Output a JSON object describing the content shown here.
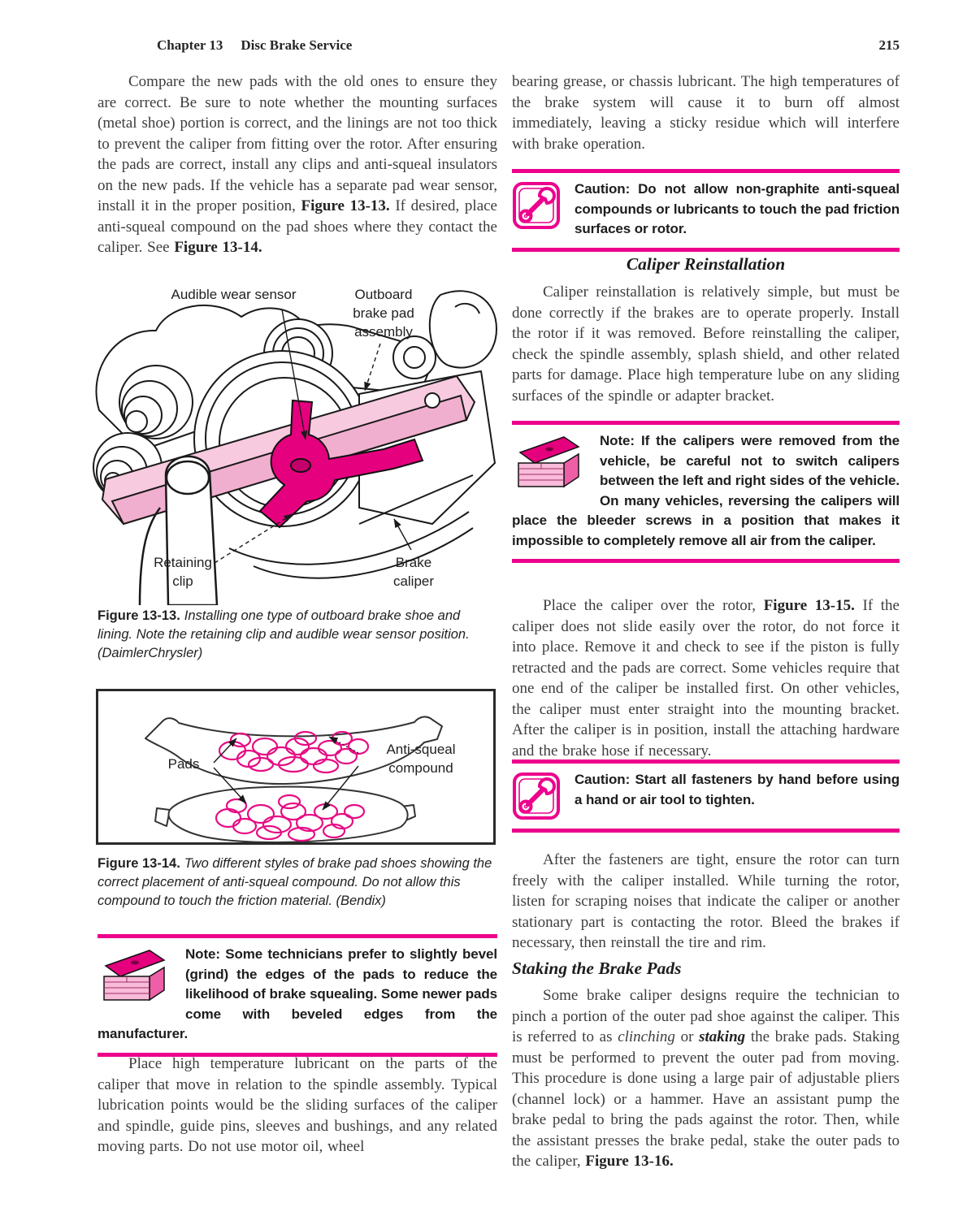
{
  "header": {
    "chapter": "Chapter 13",
    "title": "Disc Brake Service",
    "page_number": "215"
  },
  "colors": {
    "accent": "#EC008C",
    "sensor_pink": "#E5007E",
    "pad_pink": "#F7CADF"
  },
  "left": {
    "para1": [
      {
        "t": "Compare the new pads with the old ones to ensure they are correct. Be sure to note whether the mounting surfaces (metal shoe) portion is correct, and the linings are not too thick to prevent the caliper from fitting over the rotor. After ensuring the pads are correct, install any clips and anti-squeal insulators on the new pads. If the vehicle has a separate pad wear sensor, install it in the proper position, "
      },
      {
        "t": "Figure 13-13.",
        "s": "b"
      },
      {
        "t": " If desired, place anti-squeal compound on the pad shoes where they contact the caliper. See "
      },
      {
        "t": "Figure 13-14.",
        "s": "b"
      }
    ],
    "fig13": {
      "label_wear_sensor": "Audible wear sensor",
      "label_outboard": "Outboard\nbrake pad\nassembly",
      "label_retaining": "Retaining\nclip",
      "label_caliper": "Brake\ncaliper",
      "caption_label": "Figure 13-13.",
      "caption_text": "Installing one type of outboard brake shoe and lining. Note the retaining clip and audible wear sensor position. (DaimlerChrysler)"
    },
    "fig14": {
      "label_pads": "Pads",
      "label_compound": "Anti-squeal\ncompound",
      "caption_label": "Figure 13-14.",
      "caption_text": "Two different styles of brake pad shoes showing the correct placement of anti-squeal compound. Do not allow this compound to touch the friction material. (Bendix)"
    },
    "note": "Note: Some technicians prefer to slightly bevel (grind) the edges of the pads to reduce the likelihood of brake squealing. Some newer pads come with beveled edges from the manufacturer.",
    "para2": "Place high temperature lubricant on the parts of the caliper that move in relation to the spindle assembly. Typical lubrication points would be the sliding surfaces of the caliper and spindle, guide pins, sleeves and bushings, and any related moving parts. Do not use motor oil, wheel"
  },
  "right": {
    "para1": "bearing grease, or chassis lubricant. The high temperatures of the brake system will cause it to burn off almost immediately, leaving a sticky residue which will interfere with brake operation.",
    "caution1": "Caution: Do not allow non-graphite anti-squeal compounds or lubricants to touch the pad friction surfaces or rotor.",
    "heading1": "Caliper Reinstallation",
    "para2": "Caliper reinstallation is relatively simple, but must be done correctly if the brakes are to operate properly. Install the rotor if it was removed. Before reinstalling the caliper, check the spindle assembly, splash shield, and other related parts for damage. Place high temperature lube on any sliding surfaces of the spindle or adapter bracket.",
    "note": "Note: If the calipers were removed from the vehicle, be careful not to switch calipers between the left and right sides of the vehicle. On many vehicles, reversing the calipers will place the bleeder screws in a position that makes it impossible to completely remove all air from the caliper.",
    "para3": [
      {
        "t": "Place the caliper over the rotor, "
      },
      {
        "t": "Figure 13-15.",
        "s": "b"
      },
      {
        "t": " If the caliper does not slide easily over the rotor, do not force it into place. Remove it and check to see if the piston is fully retracted and the pads are correct. Some vehicles require that one end of the caliper be installed first. On other vehicles, the caliper must enter straight into the mounting bracket. After the caliper is in position, install the attaching hardware and the brake hose if necessary."
      }
    ],
    "caution2": "Caution: Start all fasteners by hand before using a hand or air tool to tighten.",
    "para4": "After the fasteners are tight, ensure the rotor can turn freely with the caliper installed. While turning the rotor, listen for scraping noises that indicate the caliper or another stationary part is contacting the rotor. Bleed the brakes if necessary, then reinstall the tire and rim.",
    "heading2": "Staking the Brake Pads",
    "para5": [
      {
        "t": "Some brake caliper designs require the technician to pinch a portion of the outer pad shoe against the caliper. This is referred to as "
      },
      {
        "t": "clinching",
        "s": "i"
      },
      {
        "t": " or "
      },
      {
        "t": "staking",
        "s": "bi"
      },
      {
        "t": " the brake pads. Staking must be performed to prevent the outer pad from moving. This procedure is done using a large pair of adjustable pliers (channel lock) or a hammer. Have an assistant pump the brake pedal to bring the pads against the rotor. Then, while the assistant presses the brake pedal, stake the outer pads to the caliper, "
      },
      {
        "t": "Figure 13-16.",
        "s": "b"
      }
    ]
  }
}
